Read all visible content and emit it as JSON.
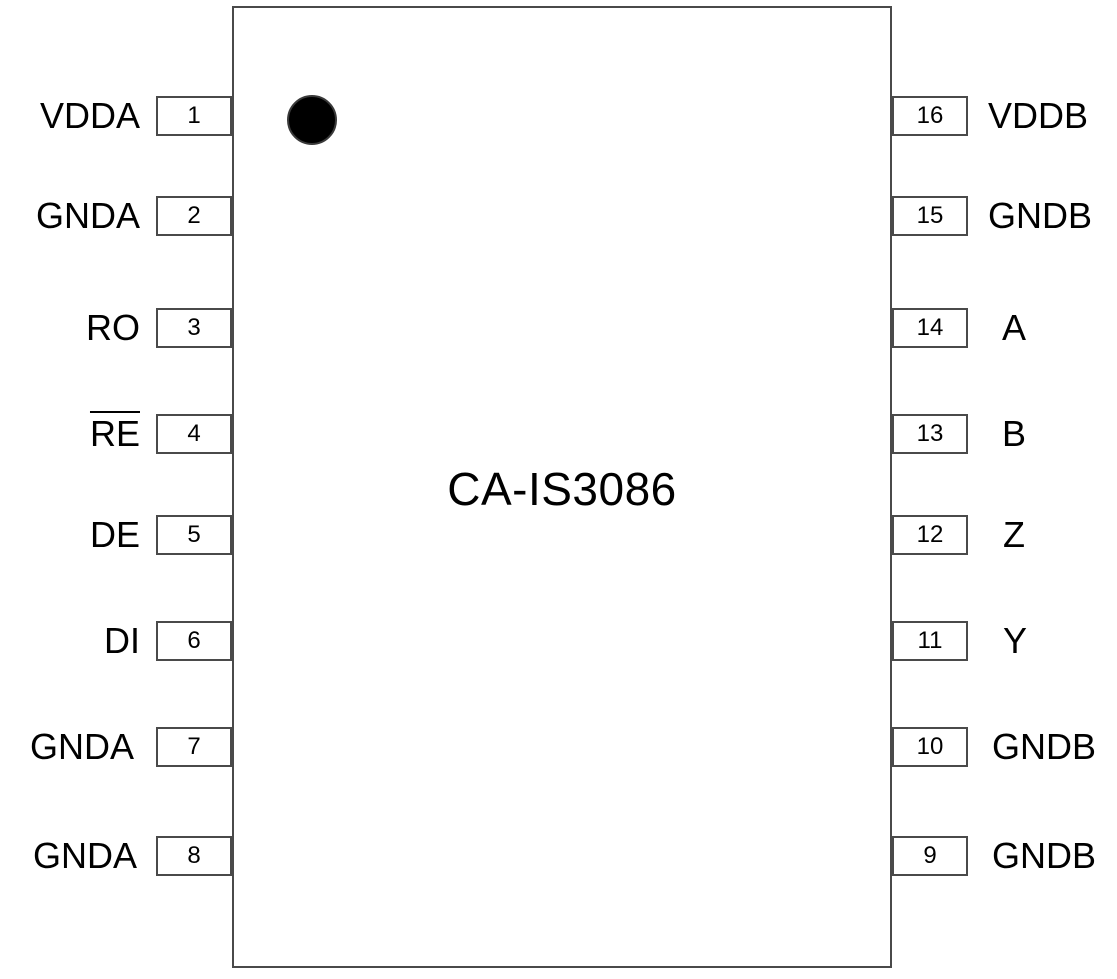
{
  "part_number": "CA-IS3086",
  "pins_left": [
    {
      "number": "1",
      "name": "VDDA"
    },
    {
      "number": "2",
      "name": "GNDA"
    },
    {
      "number": "3",
      "name": "RO"
    },
    {
      "number": "4",
      "name": "RE",
      "active_low": true
    },
    {
      "number": "5",
      "name": "DE"
    },
    {
      "number": "6",
      "name": "DI"
    },
    {
      "number": "7",
      "name": "GNDA"
    },
    {
      "number": "8",
      "name": "GNDA"
    }
  ],
  "pins_right": [
    {
      "number": "16",
      "name": "VDDB"
    },
    {
      "number": "15",
      "name": "GNDB"
    },
    {
      "number": "14",
      "name": "A"
    },
    {
      "number": "13",
      "name": "B"
    },
    {
      "number": "12",
      "name": "Z"
    },
    {
      "number": "11",
      "name": "Y"
    },
    {
      "number": "10",
      "name": "GNDB"
    },
    {
      "number": "9",
      "name": "GNDB"
    }
  ]
}
